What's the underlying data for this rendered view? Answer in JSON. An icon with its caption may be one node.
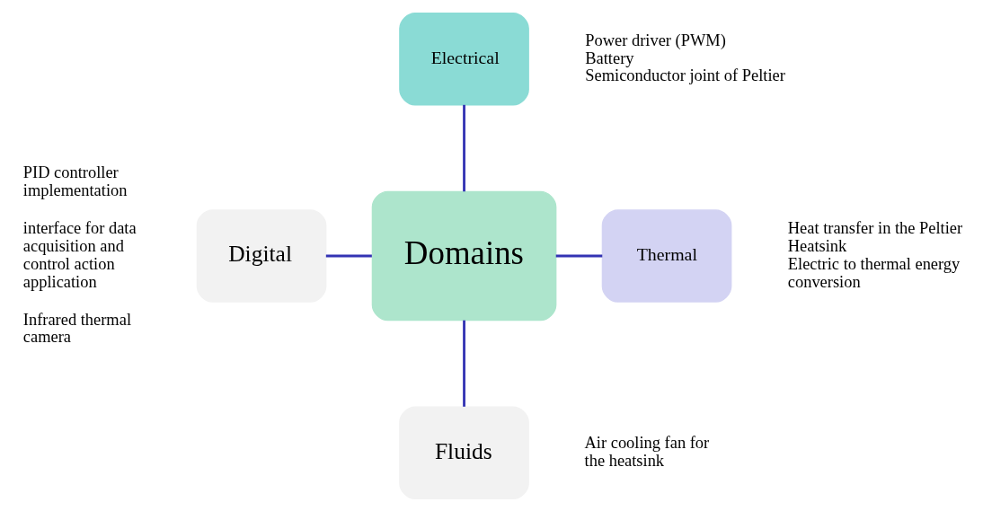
{
  "diagram": {
    "nodes": [
      {
        "text": [
          "Electrical"
        ],
        "beside": [
          "Power driver (PWM)",
          "Battery",
          "Semiconductor joint of Peltier"
        ]
      },
      {
        "text": [
          "Digital"
        ],
        "beside": [
          "PID controller implementation",
          "interface for data acquisition and control action application",
          "Infrared thermal camera"
        ]
      },
      {
        "text": [
          "Domains"
        ]
      },
      {
        "text": [
          "Thermal"
        ],
        "beside": [
          "Heat transfer in the Peltier",
          "Heatsink",
          "Electric to thermal energy conversion"
        ]
      },
      {
        "text": [
          "Fluids"
        ],
        "beside": [
          "Air cooling fan for the heatsink"
        ]
      }
    ],
    "edges": [
      {
        "from": 0,
        "to": 2,
        "arrow": "none"
      },
      {
        "from": 1,
        "to": 2,
        "arrow": "none"
      },
      {
        "from": 2,
        "to": 3,
        "arrow": "none"
      },
      {
        "from": 2,
        "to": 4,
        "arrow": "none"
      }
    ]
  }
}
